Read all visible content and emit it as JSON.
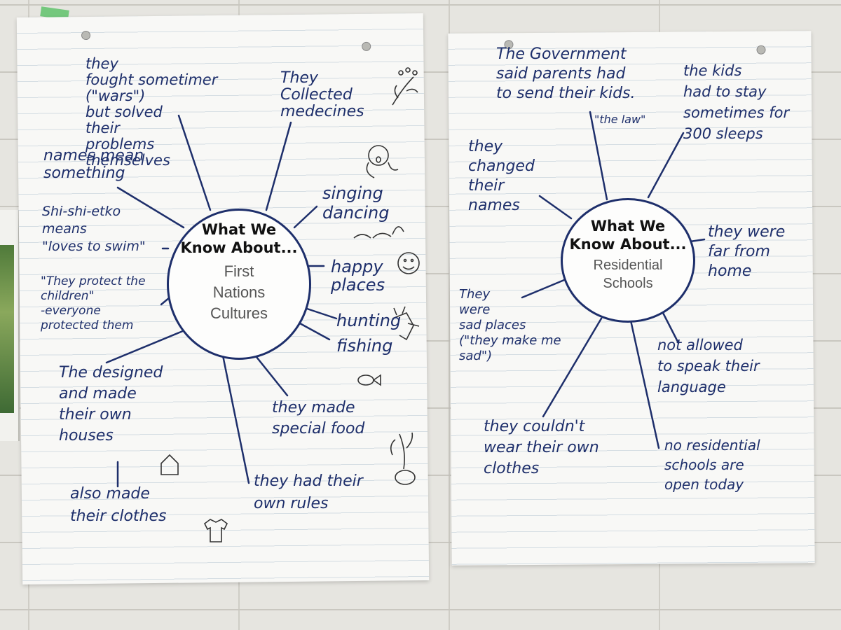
{
  "left_chart": {
    "hub_title": "What We\nKnow About...",
    "hub_subtitle": "First\nNations\nCultures",
    "notes": {
      "fought": "they\nfought sometimer\n(\"wars\")\nbut solved\ntheir\nproblems\nthemselves",
      "medicines": "They\nCollected\nmedecines",
      "names": "names mean\nsomething",
      "shishi": "Shi-shi-etko\nmeans\n\"loves to swim\"",
      "singing": "singing\ndancing",
      "happy": "happy\nplaces",
      "protect": "\"They protect the\nchildren\"\n-everyone\nprotected them",
      "hunting": "hunting\nfishing",
      "houses": "The designed\nand made\ntheir own\nhouses",
      "food": "they made\nspecial food",
      "clothes": "also made\ntheir clothes",
      "rules": "they had their\nown rules"
    }
  },
  "right_chart": {
    "hub_title": "What We\nKnow About...",
    "hub_subtitle": "Residential\nSchools",
    "notes": {
      "government": "The Government\nsaid parents had\nto send their kids.",
      "law": "\"the law\"",
      "stay": "the kids\nhad to stay\nsometimes for\n300 sleeps",
      "changed": "they\nchanged\ntheir\nnames",
      "far": "they were\nfar from\nhome",
      "sad": "They\nwere\nsad places\n(\"they make me\nsad\")",
      "language": "not allowed\nto speak their\nlanguage",
      "wear": "they couldn't\nwear their own\nclothes",
      "today": "no residential\nschools are\nopen today"
    }
  },
  "colors": {
    "marker": "#1e2f6b",
    "tape": "#5fc36b",
    "paper": "#f8f8f6"
  }
}
